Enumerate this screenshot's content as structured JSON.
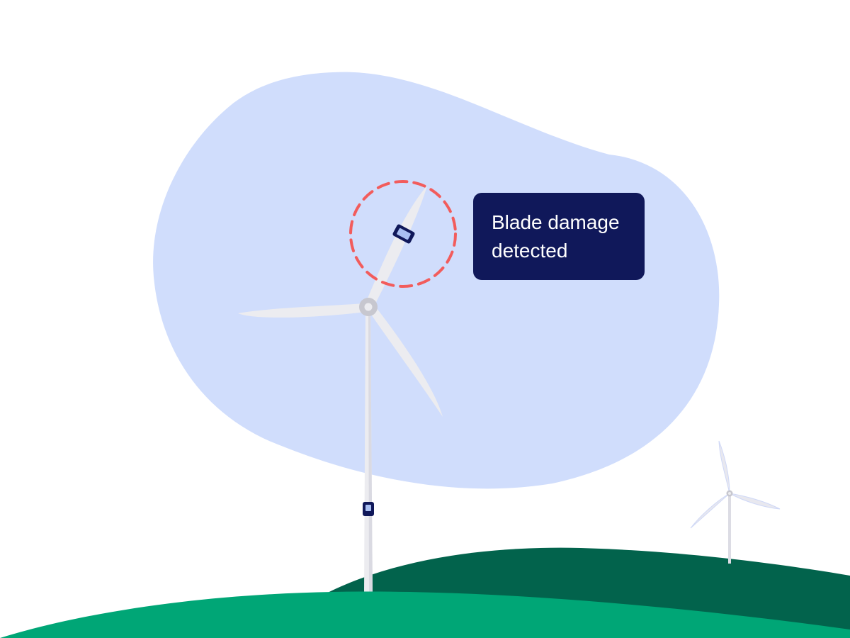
{
  "illustration": {
    "subject": "wind turbine blade inspection",
    "icons": [
      "wind-turbine-icon",
      "small-wind-turbine-icon",
      "drone-sensor-icon",
      "tower-sensor-icon"
    ]
  },
  "callout": {
    "line1": "Blade damage",
    "line2": "detected"
  },
  "colors": {
    "background": "#ffffff",
    "blob": "#d0ddfc",
    "hill_front": "#00a676",
    "hill_back": "#02634c",
    "turbine": "#ececf0",
    "turbine_hub": "#c7c7cf",
    "highlight_circle": "#f25c5c",
    "callout_bg": "#10185a",
    "callout_text": "#ffffff",
    "sensor": "#10185a",
    "sensor_screen": "#a9bff2"
  }
}
